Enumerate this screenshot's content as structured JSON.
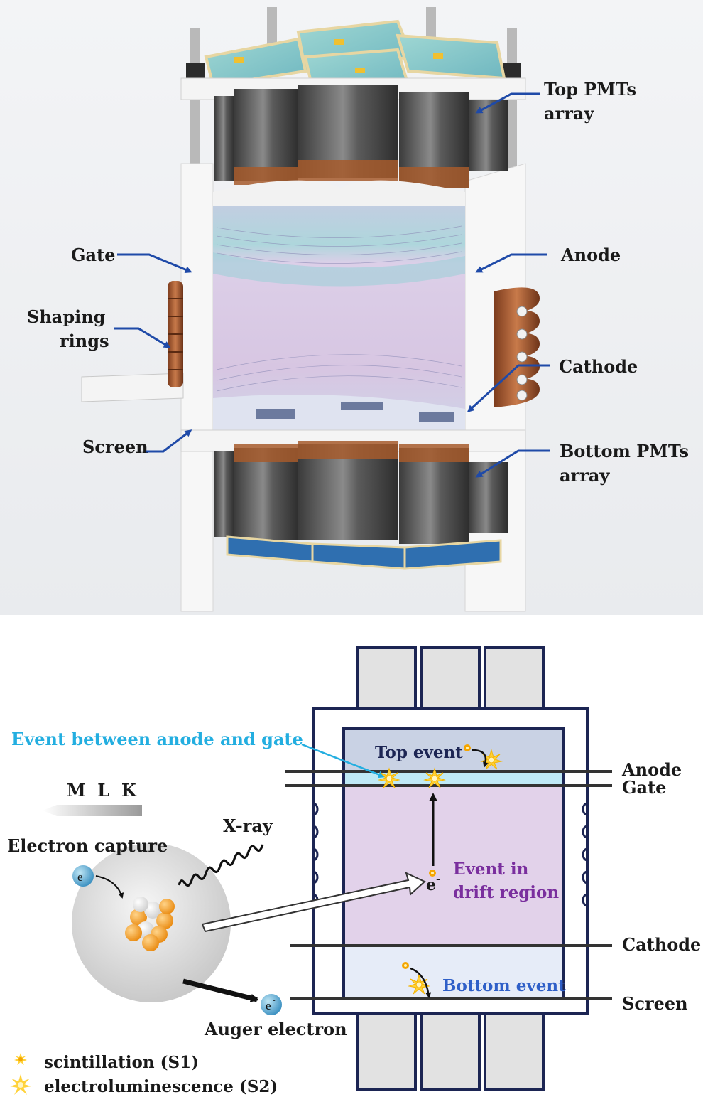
{
  "top_figure": {
    "labels": {
      "top_pmts": [
        "Top PMTs",
        "array"
      ],
      "anode": "Anode",
      "gate": "Gate",
      "shaping_rings": [
        "Shaping",
        "rings"
      ],
      "cathode": "Cathode",
      "screen": "Screen",
      "bottom_pmts": [
        "Bottom PMTs",
        "array"
      ]
    }
  },
  "bottom_figure": {
    "event_between": "Event between anode and gate",
    "top_event": "Top event",
    "event_drift": [
      "Event in",
      "drift region"
    ],
    "bottom_event": "Bottom event",
    "electrode_labels": {
      "anode": "Anode",
      "gate": "Gate",
      "cathode": "Cathode",
      "screen": "Screen"
    },
    "shells": "M  L  K",
    "xray": "X-ray",
    "electron_capture": "Electron capture",
    "electron_symbol": "e",
    "electron_charge": "-",
    "auger_electron": "Auger electron",
    "legend": {
      "s1": "scintillation (S1)",
      "s2": "electroluminescence (S2)"
    }
  },
  "colors": {
    "arrow_blue": "#1f4aa8",
    "frame_navy": "#1c2553",
    "drift_purple": "#e2d2ea",
    "top_gas": "#c9d2e4",
    "cyan_text": "#23aee0",
    "purple_text": "#7a2f9e",
    "blue_text": "#2f5fc8",
    "copper": "#b5663a"
  }
}
